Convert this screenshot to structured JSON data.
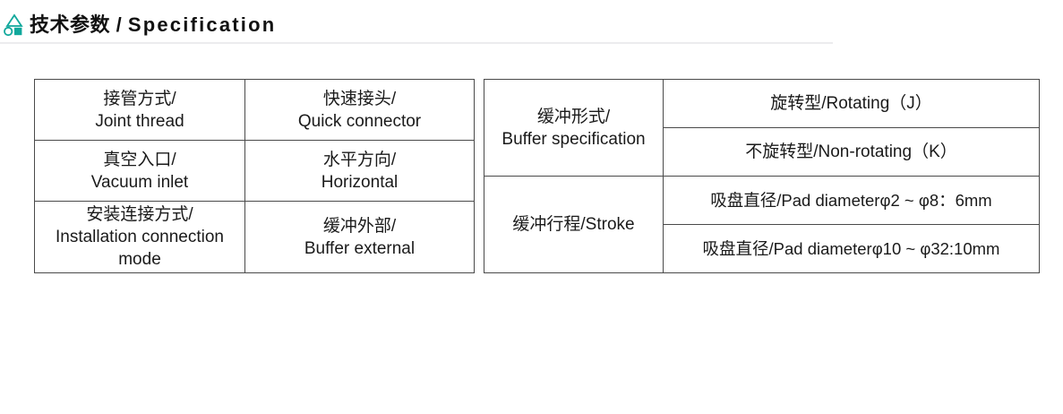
{
  "header": {
    "icon": "shapes-icon",
    "title_cn": "技术参数",
    "title_sep": " / ",
    "title_en": "Specification"
  },
  "left_table": {
    "rows": [
      {
        "col_a_cn": "接管方式/",
        "col_a_en": "Joint thread",
        "col_b_cn": "快速接头/",
        "col_b_en": "Quick connector"
      },
      {
        "col_a_cn": "真空入口/",
        "col_a_en": "Vacuum inlet",
        "col_b_cn": "水平方向/",
        "col_b_en": "Horizontal"
      },
      {
        "col_a_cn": "安装连接方式/",
        "col_a_en": "Installation connection mode",
        "col_b_cn": "缓冲外部/",
        "col_b_en": "Buffer external"
      }
    ]
  },
  "right_table": {
    "group_buffer": {
      "label_cn": "缓冲形式/",
      "label_en": "Buffer specification",
      "values": [
        "旋转型/Rotating（J）",
        "不旋转型/Non-rotating（K）"
      ]
    },
    "group_stroke": {
      "label": "缓冲行程/Stroke",
      "values": [
        "吸盘直径/Pad diameterφ2 ~ φ8：6mm",
        "吸盘直径/Pad diameterφ10 ~ φ32:10mm"
      ]
    }
  },
  "colors": {
    "accent": "#00a99d",
    "title": "#111111",
    "border": "#4a4a4a",
    "rule": "#ececee"
  }
}
